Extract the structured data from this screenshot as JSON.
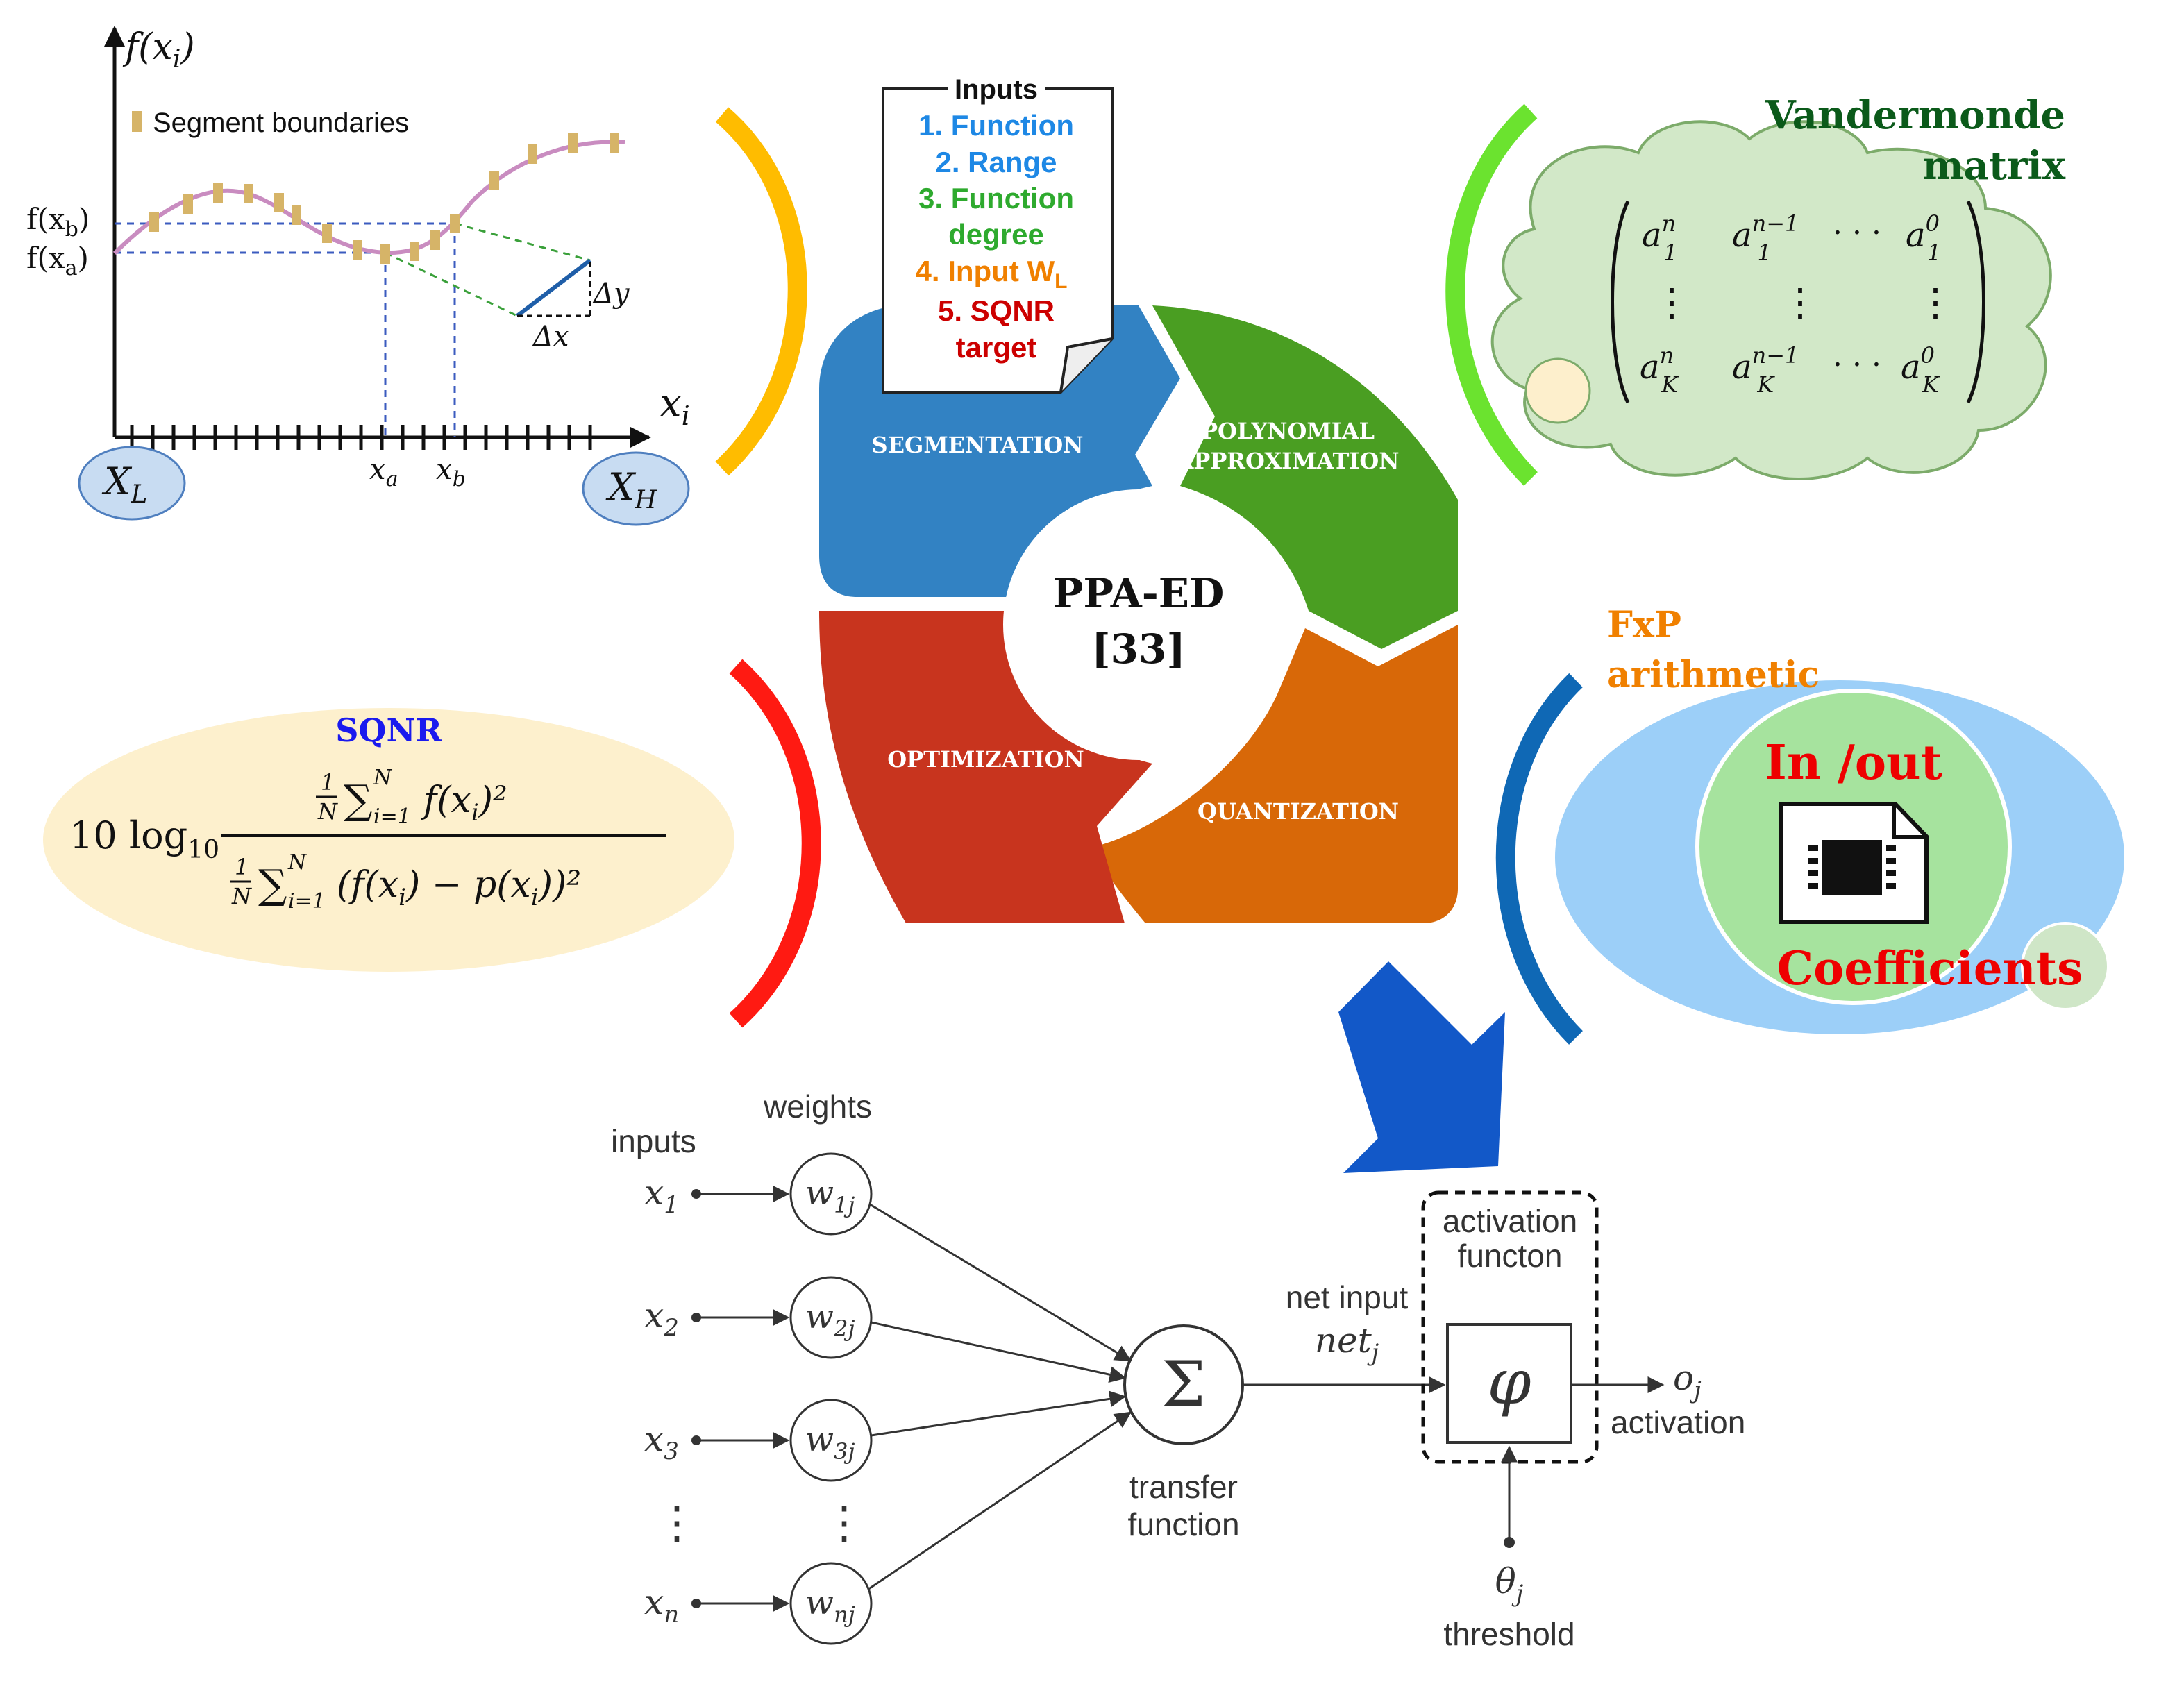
{
  "segment_plot": {
    "y_axis_label": "f(x",
    "y_axis_label_sub": "i",
    "x_axis_label": "x",
    "x_axis_label_sub": "i",
    "legend_label": "Segment boundaries",
    "fxb_label": "f(x",
    "fxb_sub": "b",
    "fxa_label": "f(x",
    "fxa_sub": "a",
    "xa_label": "x",
    "xa_sub": "a",
    "xb_label": "x",
    "xb_sub": "b",
    "delta_x": "Δx",
    "delta_y": "Δy",
    "xl_label": "X",
    "xl_sub": "L",
    "xh_label": "X",
    "xh_sub": "H"
  },
  "inputs_doc": {
    "title": "Inputs",
    "items": [
      {
        "text": "1. Function",
        "color": "#1e88e5"
      },
      {
        "text": "2. Range",
        "color": "#1e88e5"
      },
      {
        "text": "3. Function",
        "color": "#2eaa2e"
      },
      {
        "text": "degree",
        "color": "#2eaa2e"
      },
      {
        "text": "4. Input W",
        "sub": "L",
        "color": "#f08000"
      },
      {
        "text": "5. SQNR",
        "color": "#cc0000"
      },
      {
        "text": "target",
        "color": "#cc0000"
      }
    ]
  },
  "cycle": {
    "center_line1": "PPA-ED",
    "center_line2": "[33]",
    "segments": [
      {
        "label": "SEGMENTATION",
        "color": "#3282c3"
      },
      {
        "label_line1": "POLYNOMIAL",
        "label_line2": "APPROXIMATION",
        "color": "#4a9e22"
      },
      {
        "label": "QUANTIZATION",
        "color": "#d86808"
      },
      {
        "label": "OPTIMIZATION",
        "color": "#c8341e"
      }
    ]
  },
  "vandermonde": {
    "title_line1": "Vandermonde",
    "title_line2": "matrix",
    "title_color": "#0b5a1a",
    "row1": [
      "a",
      "n",
      "1"
    ],
    "row1b": [
      "a",
      "n−1",
      "1"
    ],
    "row1c": [
      "a",
      "0",
      "1"
    ],
    "row3": [
      "a",
      "n",
      "K"
    ],
    "row3b": [
      "a",
      "n−1",
      "K"
    ],
    "row3c": [
      "a",
      "0",
      "K"
    ],
    "dots": "· · ·",
    "vdots": "⋮"
  },
  "sqnr": {
    "title": "SQNR",
    "title_color": "#1a1aee",
    "prefix": "10 log",
    "prefix_sub": "10",
    "numerator": "f(x",
    "denominator": "(f(x",
    "frac_num": "1",
    "frac_den": "N",
    "sum_sym": "∑",
    "sum_top": "N",
    "sum_bottom": "i=1",
    "num_tail": "i",
    "num_sq": ")²",
    "den_mid": ") − p(x",
    "den_tail": "))²",
    "sub_i": "i"
  },
  "fxp": {
    "title_line1": "FxP",
    "title_line2": "arithmetic",
    "title_color": "#f08000",
    "inout": "In /out",
    "coefficients": "Coefficients",
    "label_color": "#ee0000"
  },
  "neuron": {
    "inputs_label": "inputs",
    "weights_label": "weights",
    "inputs": [
      {
        "x": "x",
        "sub": "1",
        "w": "w",
        "wsub": "1j"
      },
      {
        "x": "x",
        "sub": "2",
        "w": "w",
        "wsub": "2j"
      },
      {
        "x": "x",
        "sub": "3",
        "w": "w",
        "wsub": "3j"
      },
      {
        "x": "x",
        "sub": "n",
        "w": "w",
        "wsub": "nj"
      }
    ],
    "vdots": "⋮",
    "sigma": "Σ",
    "transfer_line1": "transfer",
    "transfer_line2": "function",
    "net_input": "net input",
    "net_j": "net",
    "net_sub": "j",
    "activation_box_line1": "activation",
    "activation_box_line2": "functon",
    "phi": "φ",
    "output": "o",
    "output_sub": "j",
    "activation_label": "activation",
    "theta": "θ",
    "theta_sub": "j",
    "threshold_label": "threshold"
  }
}
